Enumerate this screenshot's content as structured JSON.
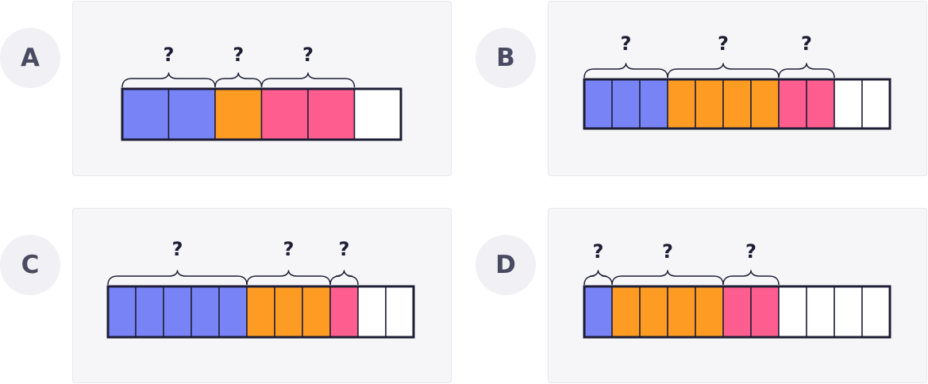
{
  "colors": {
    "blue": "#7883f6",
    "orange": "#fd9b22",
    "pink": "#fd5e8f",
    "empty": "#ffffff",
    "stroke": "#1d1d35"
  },
  "questions": [
    {
      "label": "A",
      "cells": [
        "blue",
        "blue",
        "orange",
        "pink",
        "pink",
        "empty"
      ],
      "groups": [
        {
          "start": 0,
          "count": 2,
          "text": "?"
        },
        {
          "start": 2,
          "count": 1,
          "text": "?"
        },
        {
          "start": 3,
          "count": 2,
          "text": "?"
        }
      ]
    },
    {
      "label": "B",
      "cells": [
        "blue",
        "blue",
        "blue",
        "orange",
        "orange",
        "orange",
        "orange",
        "pink",
        "pink",
        "empty",
        "empty"
      ],
      "groups": [
        {
          "start": 0,
          "count": 3,
          "text": "?"
        },
        {
          "start": 3,
          "count": 4,
          "text": "?"
        },
        {
          "start": 7,
          "count": 2,
          "text": "?"
        }
      ]
    },
    {
      "label": "C",
      "cells": [
        "blue",
        "blue",
        "blue",
        "blue",
        "blue",
        "orange",
        "orange",
        "orange",
        "pink",
        "empty",
        "empty"
      ],
      "groups": [
        {
          "start": 0,
          "count": 5,
          "text": "?"
        },
        {
          "start": 5,
          "count": 3,
          "text": "?"
        },
        {
          "start": 8,
          "count": 1,
          "text": "?"
        }
      ]
    },
    {
      "label": "D",
      "cells": [
        "blue",
        "orange",
        "orange",
        "orange",
        "orange",
        "pink",
        "pink",
        "empty",
        "empty",
        "empty",
        "empty"
      ],
      "groups": [
        {
          "start": 0,
          "count": 1,
          "text": "?"
        },
        {
          "start": 1,
          "count": 4,
          "text": "?"
        },
        {
          "start": 5,
          "count": 2,
          "text": "?"
        }
      ]
    }
  ]
}
